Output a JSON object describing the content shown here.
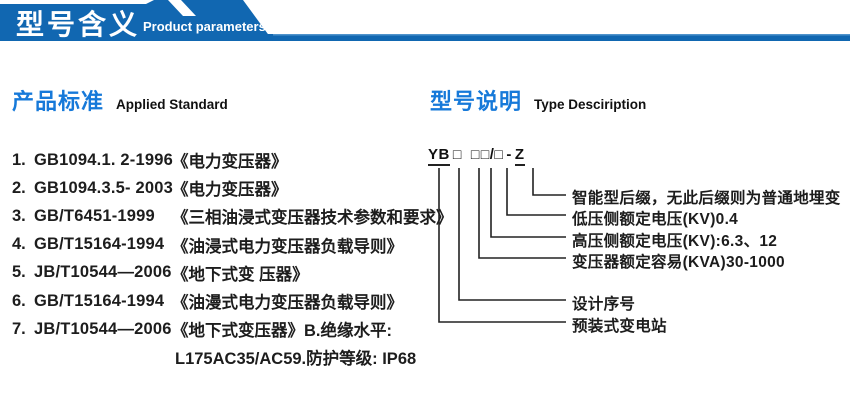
{
  "header": {
    "title": "型号含义",
    "subtitle": "Product parameters"
  },
  "standards": {
    "heading_zh": "产品标准",
    "heading_en": "Applied Standard",
    "items": [
      {
        "num": "1.",
        "code": "GB1094.1. 2-1996",
        "title": "《电力变压器》"
      },
      {
        "num": "2.",
        "code": "GB1094.3.5- 2003",
        "title": "《电力变压器》"
      },
      {
        "num": "3.",
        "code": "GB/T6451-1999",
        "title": "《三相油浸式变压器技术参数和要求》"
      },
      {
        "num": "4.",
        "code": "GB/T15164-1994",
        "title": "《油浸式电力变压器负载导则》"
      },
      {
        "num": "5.",
        "code": "JB/T10544—2006",
        "title": "《地下式变 压器》"
      },
      {
        "num": "6.",
        "code": "GB/T15164-1994",
        "title": "《油漫式电力变压器负载导则》"
      },
      {
        "num": "7.",
        "code": "JB/T10544—2006",
        "title": "《地下式变压器》B.绝缘水平:"
      }
    ],
    "continuation": "L175AC35/AC59.防护等级: IP68"
  },
  "type_description": {
    "heading_zh": "型号说明",
    "heading_en": "Type Desciription",
    "code": {
      "prefix": "YB",
      "box": "□",
      "slash": "/",
      "dash": "-",
      "suffix": "Z"
    },
    "labels": [
      "智能型后缀，无此后缀则为普通地埋变",
      "低压侧额定电压(KV)0.4",
      "高压侧额定电压(KV):6.3、12",
      "变压器额定容易(KVA)30-1000",
      "设计序号",
      "预装式变电站"
    ]
  },
  "colors": {
    "banner_blue": "#1167b1",
    "banner_bar_highlight": "#4f93cc",
    "heading_blue": "#1679d9",
    "body_text": "#1d1d1d",
    "diagram_line": "#222222"
  }
}
